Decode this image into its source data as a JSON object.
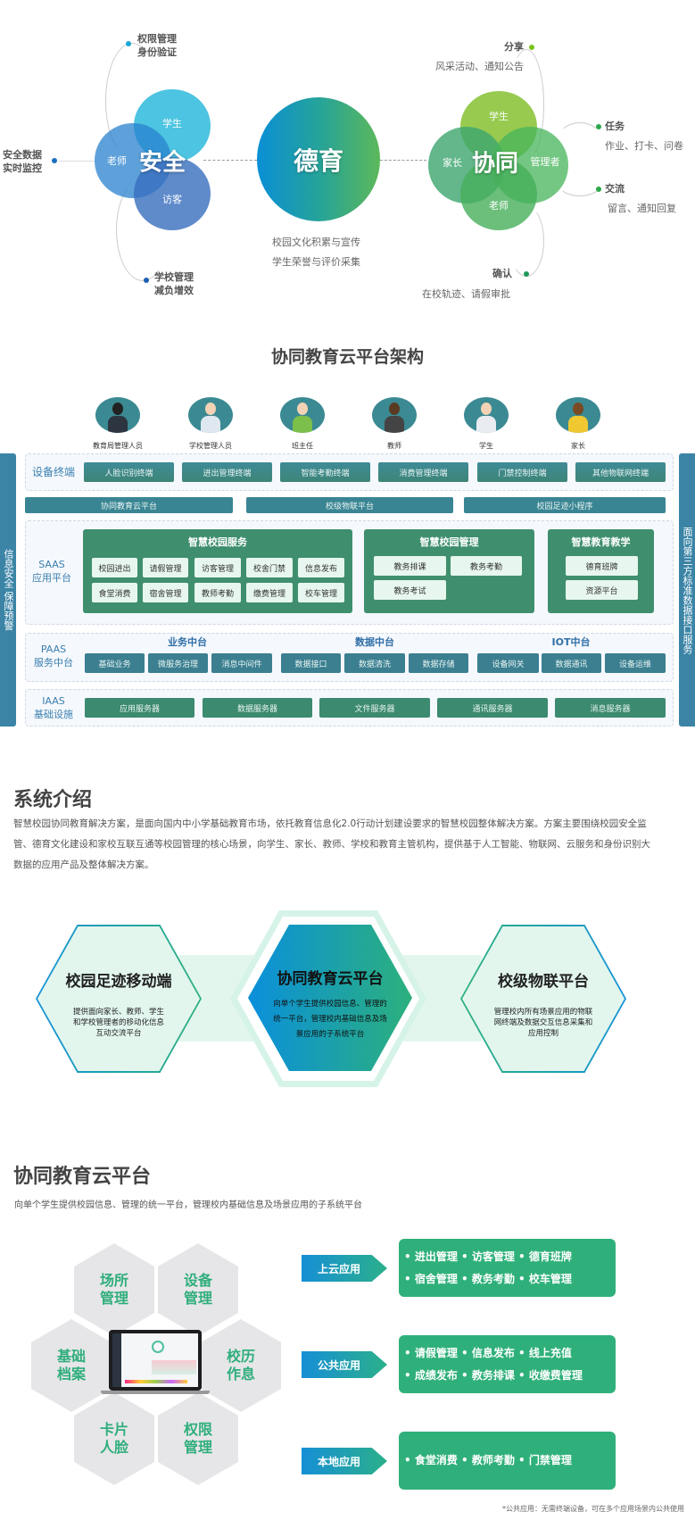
{
  "top": {
    "safety": {
      "center": "安全",
      "circles": [
        "学生",
        "老师",
        "访客"
      ],
      "callouts": [
        {
          "title": "权限管理\n身份验证"
        },
        {
          "title": "安全数据\n实时监控"
        },
        {
          "title": "学校管理\n减负增效"
        }
      ]
    },
    "moral": {
      "center": "德育",
      "lines": [
        "校园文化积累与宣传",
        "学生荣誉与评价采集"
      ]
    },
    "collab": {
      "center": "协同",
      "circles": [
        "学生",
        "家长",
        "管理者",
        "老师"
      ],
      "callouts": [
        {
          "title": "分享",
          "desc": "风采活动、通知公告"
        },
        {
          "title": "任务",
          "desc": "作业、打卡、问卷"
        },
        {
          "title": "交流",
          "desc": "留言、通知回复"
        },
        {
          "title": "确认",
          "desc": "在校轨迹、请假审批"
        }
      ]
    }
  },
  "arch": {
    "title": "协同教育云平台架构",
    "roles": [
      "教育局管理人员",
      "学校管理人员",
      "班主任",
      "教师",
      "学生",
      "家长"
    ],
    "left_bar": "信息安全 保障预警",
    "right_bar": "面向第三方标准数据接口服务",
    "devices": {
      "label": "设备终端",
      "items": [
        "人脸识别终端",
        "进出管理终端",
        "智能考勤终端",
        "消费管理终端",
        "门禁控制终端",
        "其他物联网终端"
      ]
    },
    "platforms": [
      "协同教育云平台",
      "校级物联平台",
      "校园足迹小程序"
    ],
    "saas": {
      "label": "SAAS\n应用平台",
      "panels": [
        {
          "title": "智慧校园服务",
          "items": [
            "校园进出",
            "请假管理",
            "访客管理",
            "校舍门禁",
            "信息发布",
            "食堂消费",
            "宿舍管理",
            "教师考勤",
            "缴费管理",
            "校车管理"
          ]
        },
        {
          "title": "智慧校园管理",
          "items": [
            "教务排课",
            "教务考勤",
            "教务考试"
          ]
        },
        {
          "title": "智慧教育教学",
          "items": [
            "德育班牌",
            "资源平台"
          ]
        }
      ]
    },
    "paas": {
      "label": "PAAS\n服务中台",
      "groups": [
        {
          "title": "业务中台",
          "items": [
            "基础业务",
            "微服务治理",
            "消息中间件"
          ]
        },
        {
          "title": "数据中台",
          "items": [
            "数据接口",
            "数据清洗",
            "数据存储"
          ]
        },
        {
          "title": "IOT中台",
          "items": [
            "设备网关",
            "数据通讯",
            "设备运维"
          ]
        }
      ]
    },
    "iaas": {
      "label": "IAAS\n基础设施",
      "items": [
        "应用服务器",
        "数据服务器",
        "文件服务器",
        "通讯服务器",
        "消息服务器"
      ]
    }
  },
  "intro": {
    "title": "系统介绍",
    "text": "智慧校园协同教育解决方案，是面向国内中小学基础教育市场，依托教育信息化2.0行动计划建设要求的智慧校园整体解决方案。方案主要围绕校园安全监管、德育文化建设和家校互联互通等校园管理的核心场景，向学生、家长、教师、学校和教育主管机构，提供基于人工智能、物联网、云服务和身份识别大数据的应用产品及整体解决方案。",
    "hexes": [
      {
        "title": "校园足迹移动端",
        "desc": "提供面向家长、教师、学生和学校管理者的移动化信息互动交流平台"
      },
      {
        "title": "协同教育云平台",
        "desc": "向单个学生提供校园信息、管理的统一平台，管理校内基础信息及场景应用的子系统平台"
      },
      {
        "title": "校级物联平台",
        "desc": "管理校内所有场景应用的物联网终端及数据交互信息采集和应用控制"
      }
    ]
  },
  "platform": {
    "title": "协同教育云平台",
    "subtitle": "向单个学生提供校园信息、管理的统一平台，管理校内基础信息及场景应用的子系统平台",
    "modules": [
      "场所\n管理",
      "设备\n管理",
      "基础\n档案",
      "校历\n作息",
      "卡片\n人脸",
      "权限\n管理"
    ],
    "apps": [
      {
        "label": "上云应用",
        "lines": [
          "• 进出管理 • 访客管理 • 德育班牌",
          "• 宿舍管理 • 教务考勤 • 校车管理"
        ]
      },
      {
        "label": "公共应用",
        "lines": [
          "• 请假管理 • 信息发布 • 线上充值",
          "• 成绩发布 • 教务排课 • 收缴费管理"
        ]
      },
      {
        "label": "本地应用",
        "lines": [
          "• 食堂消费 • 教师考勤 • 门禁管理"
        ]
      }
    ],
    "footnote": "*公共应用：无需终端设备，可在多个应用场景内公共使用"
  }
}
